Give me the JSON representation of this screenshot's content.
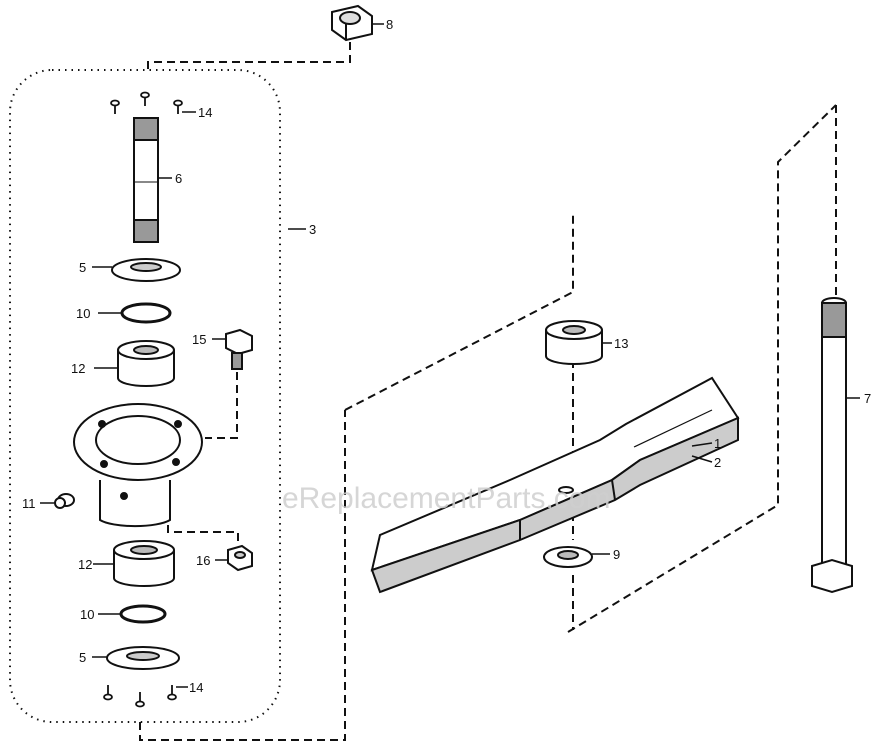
{
  "diagram": {
    "watermark": "eReplacementParts.com",
    "callouts": {
      "c1": "1",
      "c2": "2",
      "c3": "3",
      "c5a": "5",
      "c5b": "5",
      "c6": "6",
      "c7": "7",
      "c8": "8",
      "c9": "9",
      "c10a": "10",
      "c10b": "10",
      "c11": "11",
      "c12a": "12",
      "c12b": "12",
      "c13": "13",
      "c14a": "14",
      "c14b": "14",
      "c15": "15",
      "c16": "16"
    }
  }
}
